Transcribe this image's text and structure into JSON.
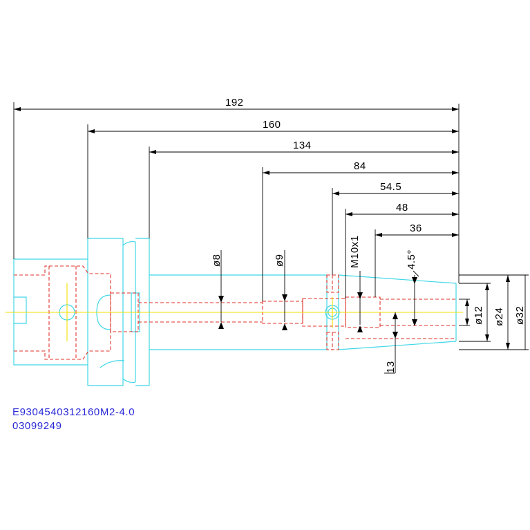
{
  "drawing": {
    "part_code": "E9304540312160M2-4.0",
    "serial_number": "03099249",
    "colors": {
      "outline": "#3fd7e6",
      "hidden_lines": "#e0322a",
      "center_line": "#f2e200",
      "dimensions": "#000000",
      "code_text": "#2a2ad8"
    },
    "lengths": {
      "overall": "192",
      "from_flange": "160",
      "from_collar": "134",
      "to_bore_9": "84",
      "to_slot": "54.5",
      "to_thread": "48",
      "to_bore_12": "36"
    },
    "diameters": {
      "bore_small": "ø8",
      "bore_mid": "ø9",
      "thread": "M10x1",
      "bore_front": "ø12",
      "nose": "ø24",
      "body": "ø32"
    },
    "taper_angle": "4.5°",
    "front_length": "13"
  }
}
